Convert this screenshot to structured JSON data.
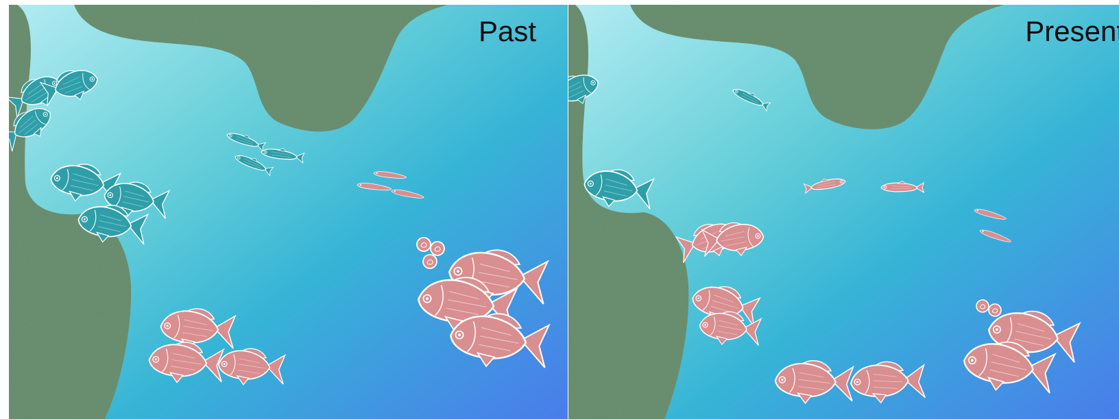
{
  "panels": [
    {
      "title": "Past",
      "fish_counts": {
        "teal_deep_body": 6,
        "teal_slender": 3,
        "pink_small": 3,
        "pink_eggs": 3,
        "red_sea_bream": 6
      }
    },
    {
      "title": "Present",
      "fish_counts": {
        "teal_deep_body": 2,
        "teal_slender": 1,
        "pink_slender": 2,
        "pink_deep_body": 4,
        "pink_small": 2,
        "pink_eggs": 2,
        "red_sea_bream": 4
      }
    }
  ],
  "colors": {
    "water_shallow": "#b3ecf2",
    "water_mid": "#36b4d6",
    "water_deep": "#4a7ceb",
    "land": "#6e9374",
    "teal_fish": "#2e9fa8",
    "pink_fish": "#d98e90",
    "outline": "#ffffff"
  }
}
